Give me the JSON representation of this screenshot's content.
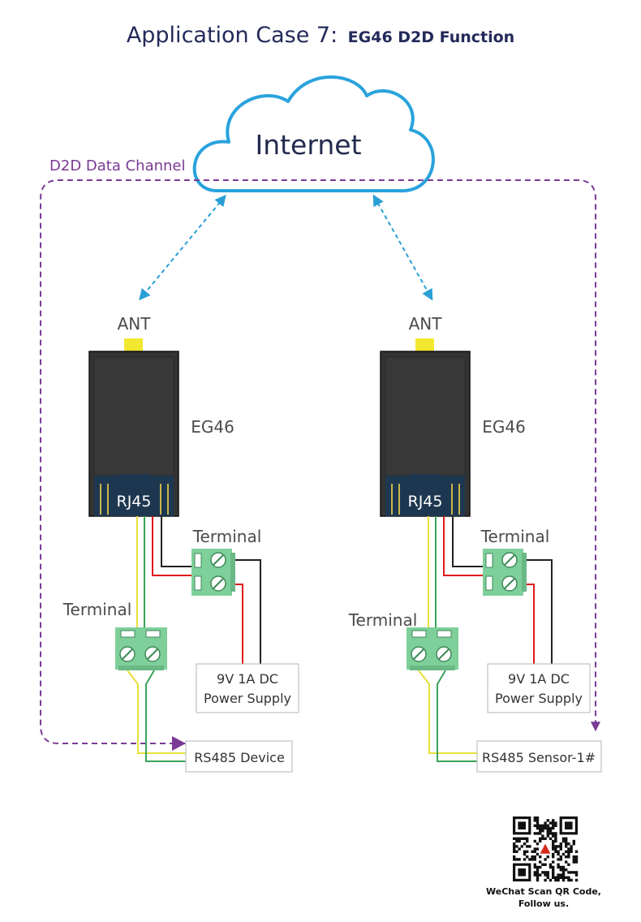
{
  "title": {
    "main": "Application Case 7:",
    "sub": "EG46 D2D Function"
  },
  "cloud_label": "Internet",
  "d2d_label": "D2D Data Channel",
  "colors": {
    "cloud_stroke": "#29a3dd",
    "d2d_line": "#7b3a96",
    "arrow_dashed": "#2a9fd6",
    "device_body": "#333333",
    "port": "#1e3750",
    "antenna": "#f2e830",
    "terminal": "#7fcf9a",
    "wire_yellow": "#e8e03a",
    "wire_green": "#3aa35a",
    "wire_red": "#e0191b",
    "wire_black": "#222222"
  },
  "units": [
    {
      "ant": "ANT",
      "model": "EG46",
      "port": "RJ45",
      "terminal_power": "Terminal",
      "terminal_rs485": "Terminal",
      "power_line1": "9V 1A DC",
      "power_line2": "Power Supply",
      "rs485": "RS485 Device"
    },
    {
      "ant": "ANT",
      "model": "EG46",
      "port": "RJ45",
      "terminal_power": "Terminal",
      "terminal_rs485": "Terminal",
      "power_line1": "9V 1A DC",
      "power_line2": "Power Supply",
      "rs485": "RS485 Sensor-1#"
    }
  ],
  "qr": {
    "caption_line1": "WeChat Scan QR Code,",
    "caption_line2": "Follow us."
  }
}
